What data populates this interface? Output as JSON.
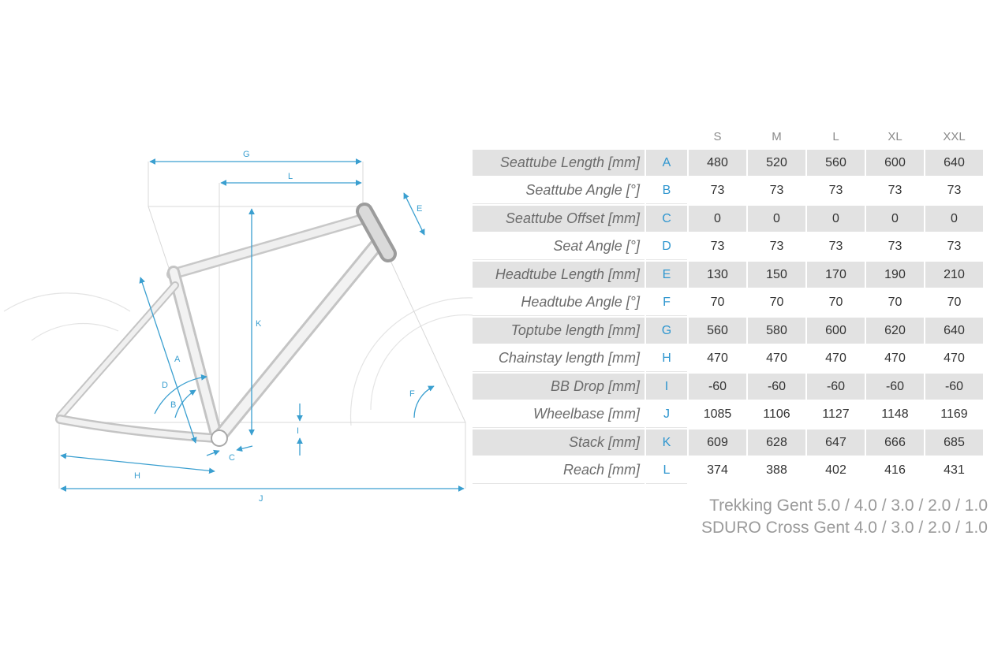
{
  "diagram": {
    "labels": {
      "g": "G",
      "l": "L",
      "e": "E",
      "k": "K",
      "a": "A",
      "d": "D",
      "b": "B",
      "f": "F",
      "i": "I",
      "c": "C",
      "h": "H",
      "j": "J"
    },
    "colors": {
      "dimension": "#3a9fd0",
      "frame": "#c8c8c8",
      "guide": "#d8d8d8"
    }
  },
  "table": {
    "sizes": [
      "S",
      "M",
      "L",
      "XL",
      "XXL"
    ],
    "rows": [
      {
        "label": "Seattube Length [mm]",
        "code": "A",
        "values": [
          "480",
          "520",
          "560",
          "600",
          "640"
        ]
      },
      {
        "label": "Seattube Angle [°]",
        "code": "B",
        "values": [
          "73",
          "73",
          "73",
          "73",
          "73"
        ]
      },
      {
        "label": "Seattube Offset [mm]",
        "code": "C",
        "values": [
          "0",
          "0",
          "0",
          "0",
          "0"
        ]
      },
      {
        "label": "Seat Angle [°]",
        "code": "D",
        "values": [
          "73",
          "73",
          "73",
          "73",
          "73"
        ]
      },
      {
        "label": "Headtube Length [mm]",
        "code": "E",
        "values": [
          "130",
          "150",
          "170",
          "190",
          "210"
        ]
      },
      {
        "label": "Headtube Angle [°]",
        "code": "F",
        "values": [
          "70",
          "70",
          "70",
          "70",
          "70"
        ]
      },
      {
        "label": "Toptube length [mm]",
        "code": "G",
        "values": [
          "560",
          "580",
          "600",
          "620",
          "640"
        ]
      },
      {
        "label": "Chainstay length [mm]",
        "code": "H",
        "values": [
          "470",
          "470",
          "470",
          "470",
          "470"
        ]
      },
      {
        "label": "BB Drop [mm]",
        "code": "I",
        "values": [
          "-60",
          "-60",
          "-60",
          "-60",
          "-60"
        ]
      },
      {
        "label": "Wheelbase [mm]",
        "code": "J",
        "values": [
          "1085",
          "1106",
          "1127",
          "1148",
          "1169"
        ]
      },
      {
        "label": "Stack [mm]",
        "code": "K",
        "values": [
          "609",
          "628",
          "647",
          "666",
          "685"
        ]
      },
      {
        "label": "Reach [mm]",
        "code": "L",
        "values": [
          "374",
          "388",
          "402",
          "416",
          "431"
        ]
      }
    ]
  },
  "models": {
    "line1": "Trekking Gent 5.0 / 4.0 / 3.0 / 2.0 / 1.0",
    "line2": "SDURO Cross Gent 4.0 / 3.0 / 2.0 / 1.0"
  }
}
